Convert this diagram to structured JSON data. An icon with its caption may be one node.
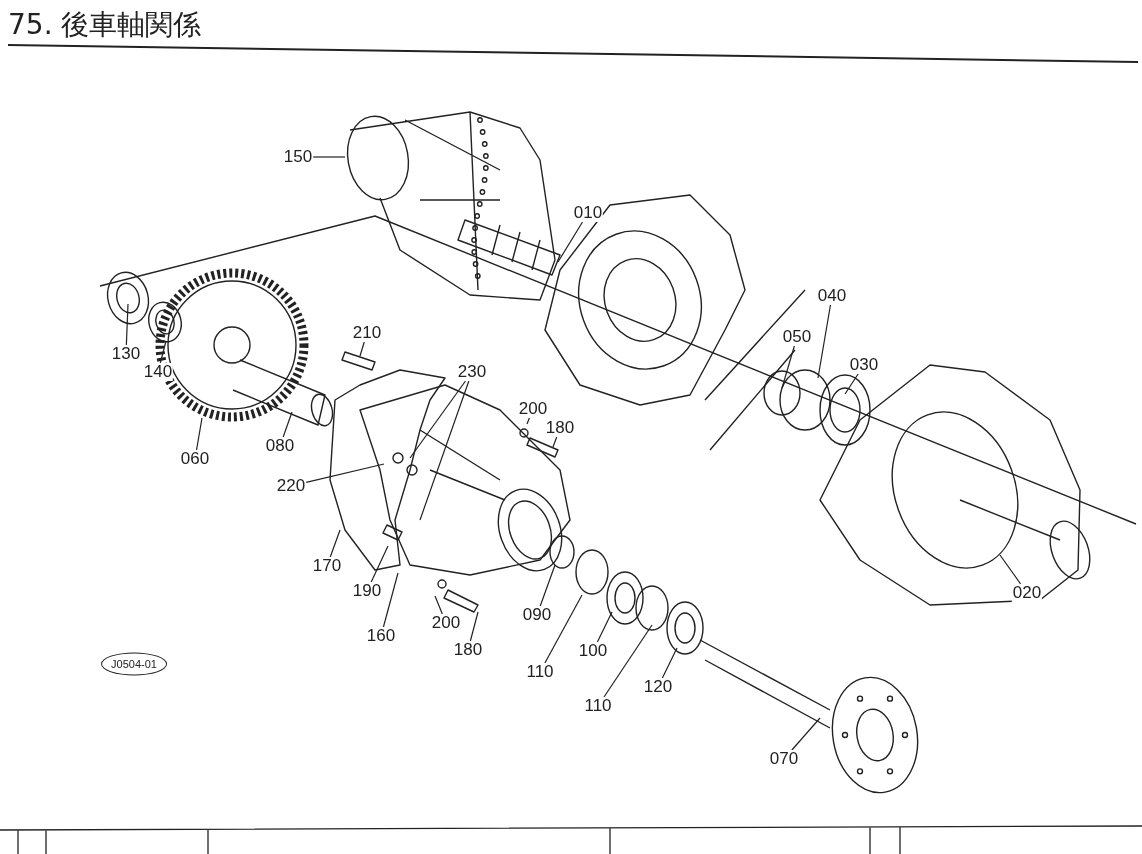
{
  "diagram": {
    "title": "75. 後車軸関係",
    "nodes": [
      {
        "text": [
          "150"
        ]
      },
      {
        "text": [
          "010"
        ]
      },
      {
        "text": [
          "040"
        ]
      },
      {
        "text": [
          "050"
        ]
      },
      {
        "text": [
          "030"
        ]
      },
      {
        "text": [
          "130"
        ]
      },
      {
        "text": [
          "140"
        ]
      },
      {
        "text": [
          "210"
        ]
      },
      {
        "text": [
          "230"
        ]
      },
      {
        "text": [
          "200"
        ]
      },
      {
        "text": [
          "180"
        ]
      },
      {
        "text": [
          "060"
        ]
      },
      {
        "text": [
          "080"
        ]
      },
      {
        "text": [
          "220"
        ]
      },
      {
        "text": [
          "170"
        ]
      },
      {
        "text": [
          "190"
        ]
      },
      {
        "text": [
          "160"
        ]
      },
      {
        "text": [
          "200"
        ]
      },
      {
        "text": [
          "180"
        ]
      },
      {
        "text": [
          "090"
        ]
      },
      {
        "text": [
          "110"
        ]
      },
      {
        "text": [
          "100"
        ]
      },
      {
        "text": [
          "110"
        ]
      },
      {
        "text": [
          "120"
        ]
      },
      {
        "text": [
          "070"
        ]
      },
      {
        "text": [
          "020"
        ]
      },
      {
        "text": [
          "J0504-01"
        ]
      }
    ],
    "edges": [
      {
        "from": 0,
        "to": null,
        "arrow": "none"
      },
      {
        "from": 1,
        "to": null,
        "arrow": "none"
      },
      {
        "from": 2,
        "to": null,
        "arrow": "none"
      },
      {
        "from": 3,
        "to": null,
        "arrow": "none"
      },
      {
        "from": 4,
        "to": null,
        "arrow": "none"
      },
      {
        "from": 5,
        "to": null,
        "arrow": "none"
      },
      {
        "from": 6,
        "to": null,
        "arrow": "none"
      },
      {
        "from": 7,
        "to": null,
        "arrow": "none"
      },
      {
        "from": 8,
        "to": null,
        "arrow": "none"
      },
      {
        "from": 8,
        "to": null,
        "arrow": "none"
      },
      {
        "from": 9,
        "to": null,
        "arrow": "none"
      },
      {
        "from": 10,
        "to": null,
        "arrow": "none"
      },
      {
        "from": 11,
        "to": null,
        "arrow": "none"
      },
      {
        "from": 12,
        "to": null,
        "arrow": "none"
      },
      {
        "from": 13,
        "to": null,
        "arrow": "none"
      },
      {
        "from": 14,
        "to": null,
        "arrow": "none"
      },
      {
        "from": 15,
        "to": null,
        "arrow": "none"
      },
      {
        "from": 16,
        "to": null,
        "arrow": "none"
      },
      {
        "from": 17,
        "to": null,
        "arrow": "none"
      },
      {
        "from": 18,
        "to": null,
        "arrow": "none"
      },
      {
        "from": 19,
        "to": null,
        "arrow": "none"
      },
      {
        "from": 20,
        "to": null,
        "arrow": "none"
      },
      {
        "from": 21,
        "to": null,
        "arrow": "none"
      },
      {
        "from": 22,
        "to": null,
        "arrow": "none"
      },
      {
        "from": 23,
        "to": null,
        "arrow": "none"
      },
      {
        "from": 24,
        "to": null,
        "arrow": "none"
      },
      {
        "from": 25,
        "to": null,
        "arrow": "none"
      }
    ]
  }
}
